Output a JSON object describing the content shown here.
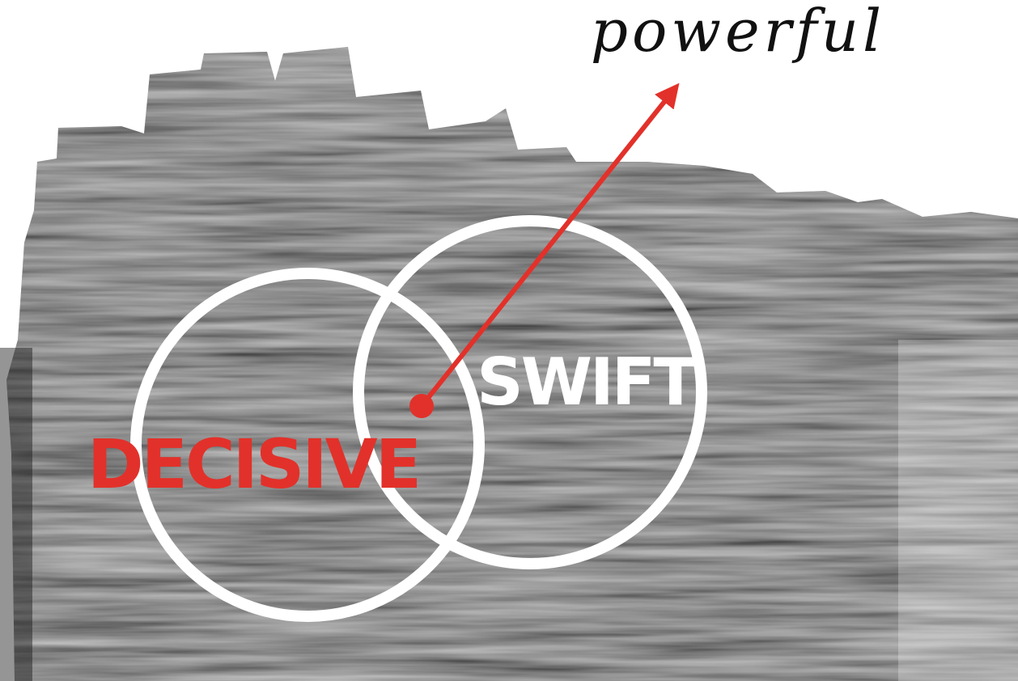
{
  "diagram": {
    "circles": [
      {
        "id": "decisive",
        "label": "DECISIVE"
      },
      {
        "id": "swift",
        "label": "SWIFT"
      }
    ],
    "intersection_outcome": "powerful"
  },
  "colors": {
    "background": "#ffffff",
    "ink": "#141414",
    "circle_stroke": "#ffffff",
    "accent_red": "#e2312a",
    "swift_text": "#ffffff",
    "powerful_text": "#111111"
  },
  "icons": {
    "arrow": "arrow-up-right",
    "dot": "filled-circle"
  }
}
